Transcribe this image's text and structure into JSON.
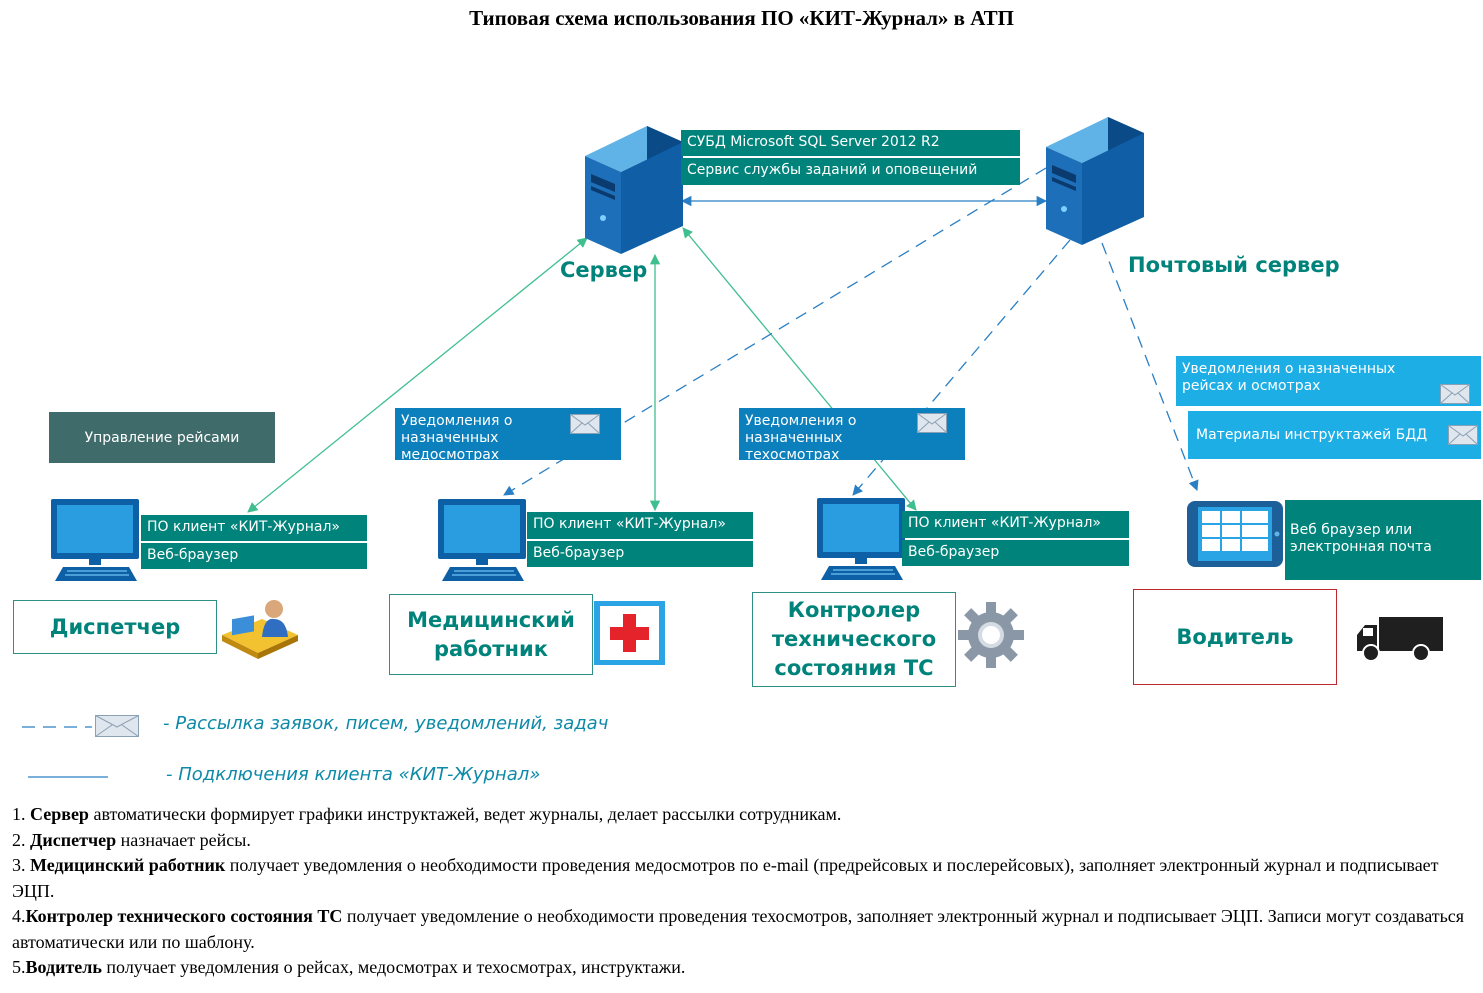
{
  "title": "Типовая схема использования ПО «КИТ-Журнал» в АТП",
  "server": {
    "label": "Сервер",
    "services": [
      "СУБД Microsoft SQL Server 2012 R2",
      "Сервис службы заданий и оповещений"
    ]
  },
  "mail_server": {
    "label": "Почтовый сервер"
  },
  "manage_trips": "Управление рейсами",
  "notifications": {
    "med": "Уведомления о назначенных медосмотрах",
    "tech": "Уведомления о назначенных техосмотрах",
    "driver_trips": "Уведомления о назначенных рейсах и осмотрах",
    "driver_materials": "Материалы инструктажей БДД"
  },
  "client": {
    "software": "ПО клиент «КИТ-Журнал»",
    "browser": "Веб-браузер"
  },
  "driver_client": "Веб браузер или электронная почта",
  "roles": {
    "dispatcher": "Диспетчер",
    "medic": "Медицинский работник",
    "controller": "Контролер технического состояния ТС",
    "driver": "Водитель"
  },
  "legend": {
    "mailing": "- Рассылка заявок,  писем, уведомлений, задач",
    "connection": "- Подключения клиента «КИТ-Журнал»"
  },
  "notes": [
    {
      "prefix": "1. ",
      "bold": "Сервер",
      "text": "  автоматически формирует графики  инструктажей, ведет журналы, делает рассылки сотрудникам."
    },
    {
      "prefix": "2. ",
      "bold": "Диспетчер",
      "text": " назначает рейсы."
    },
    {
      "prefix": "3. ",
      "bold": "Медицинский работник",
      "text": " получает уведомления о необходимости проведения медосмотров по e-mail (предрейсовых и послерейсовых), заполняет электронный журнал и подписывает ЭЦП."
    },
    {
      "prefix": "4.",
      "bold": "Контролер технического состояния ТС",
      "text": " получает уведомление о необходимости проведения техосмотров, заполняет электронный журнал и подписывает ЭЦП. Записи могут создаваться автоматически или по шаблону."
    },
    {
      "prefix": "5.",
      "bold": "Водитель",
      "text": " получает уведомления о рейсах, медосмотрах и техосмотрах, инструктажи."
    }
  ],
  "colors": {
    "teal": "#00837a",
    "blue": "#0c80bd",
    "light_blue": "#1eaee6",
    "line_teal": "#3fbf8f",
    "dash_blue": "#2a7fc4",
    "driver_border": "#c0282d"
  }
}
